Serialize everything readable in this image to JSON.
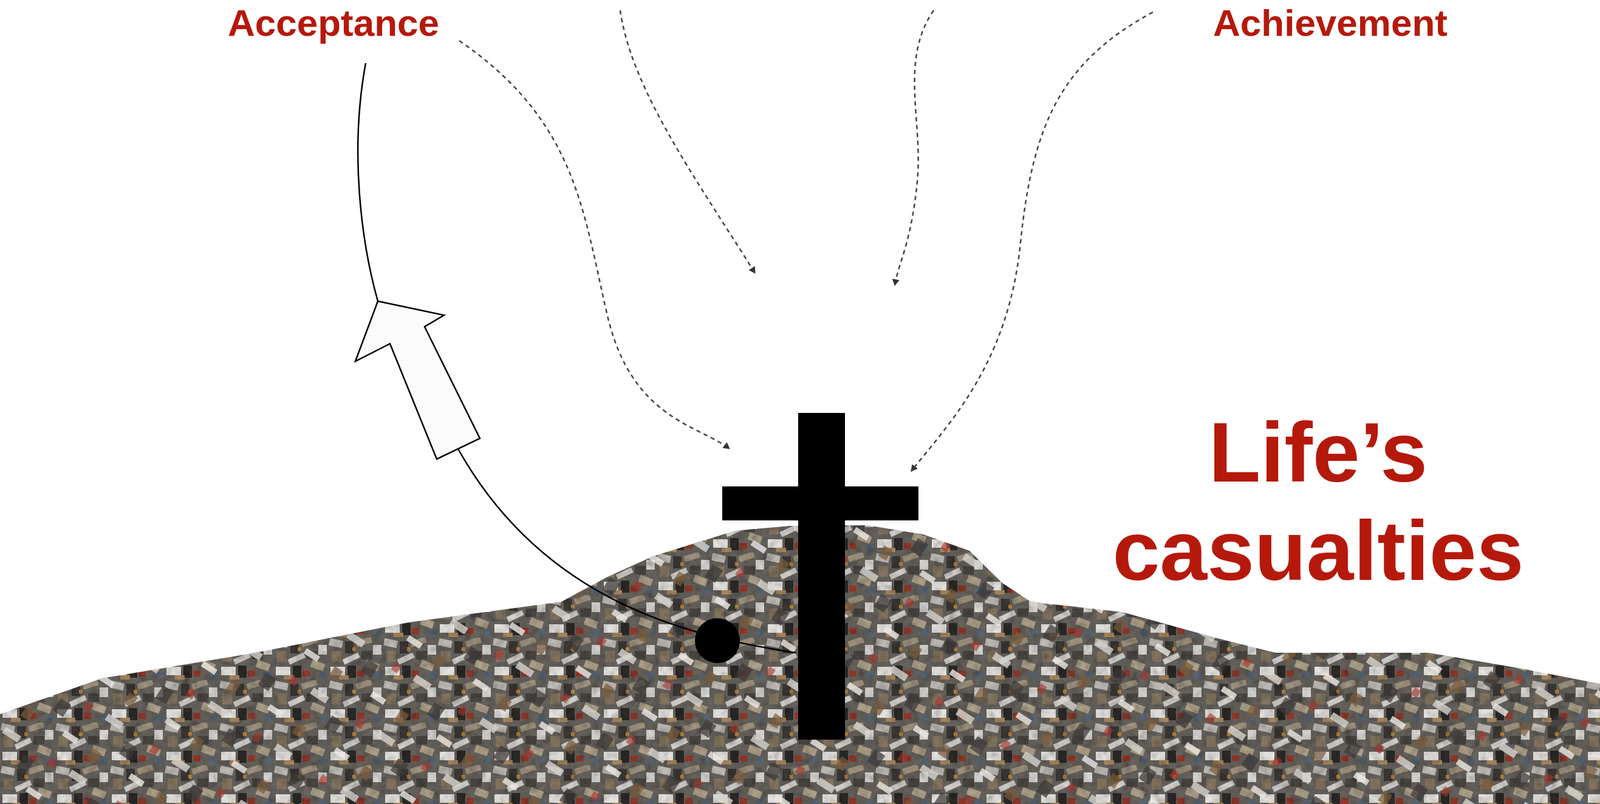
{
  "diagram": {
    "labels": [
      "Acceptance",
      "Achievement",
      "Life’s casualties"
    ]
  }
}
